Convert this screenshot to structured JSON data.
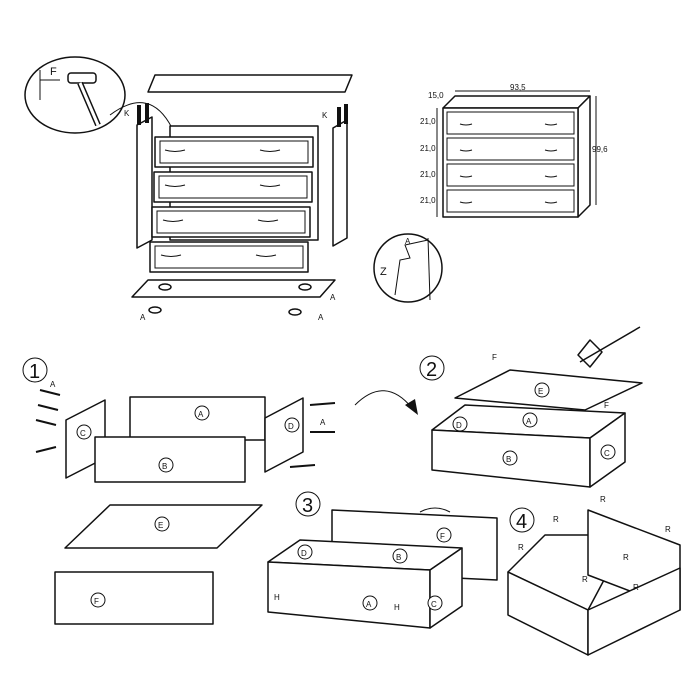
{
  "overview": {
    "detail_label_F": "F",
    "label_K": "K",
    "label_A": "A",
    "label_Z": "Z"
  },
  "dimensions": {
    "depth": "15,0",
    "width": "93,5",
    "height": "99,6",
    "drawer_heights": [
      "21,0",
      "21,0",
      "21,0",
      "21,0"
    ]
  },
  "steps": [
    {
      "number": "1",
      "parts": [
        "A",
        "B",
        "C",
        "D",
        "E",
        "F"
      ]
    },
    {
      "number": "2",
      "parts": [
        "E",
        "A",
        "B",
        "C",
        "D",
        "F",
        "F"
      ]
    },
    {
      "number": "3",
      "parts": [
        "F",
        "B",
        "D",
        "A",
        "C",
        "H",
        "H"
      ]
    },
    {
      "number": "4",
      "parts": [
        "R",
        "R",
        "R",
        "R",
        "R",
        "R",
        "R"
      ]
    }
  ]
}
